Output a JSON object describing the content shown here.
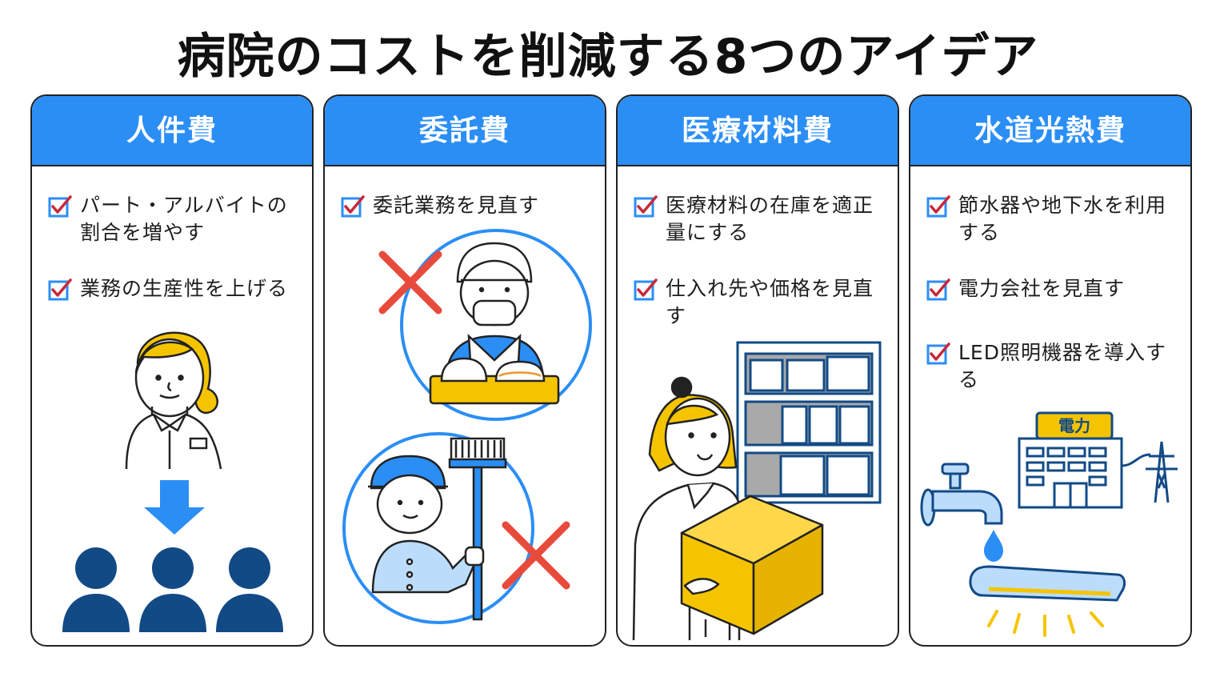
{
  "title": "病院のコストを削減する8つのアイデア",
  "colors": {
    "accent": "#2b8ef5",
    "navy": "#124a86",
    "check": "#c8293a",
    "cross": "#e84a3c",
    "yellow": "#f5c400"
  },
  "cards": [
    {
      "title": "人件費",
      "items": [
        "パート・アルバイトの割合を増やす",
        "業務の生産性を上げる"
      ]
    },
    {
      "title": "委託費",
      "items": [
        "委託業務を見直す"
      ]
    },
    {
      "title": "医療材料費",
      "items": [
        "医療材料の在庫を適正量にする",
        "仕入れ先や価格を見直す"
      ]
    },
    {
      "title": "水道光熱費",
      "items": [
        "節水器や地下水を利用する",
        "電力会社を見直す",
        "LED照明機器を導入する"
      ]
    }
  ],
  "power_company_sign": "電力"
}
